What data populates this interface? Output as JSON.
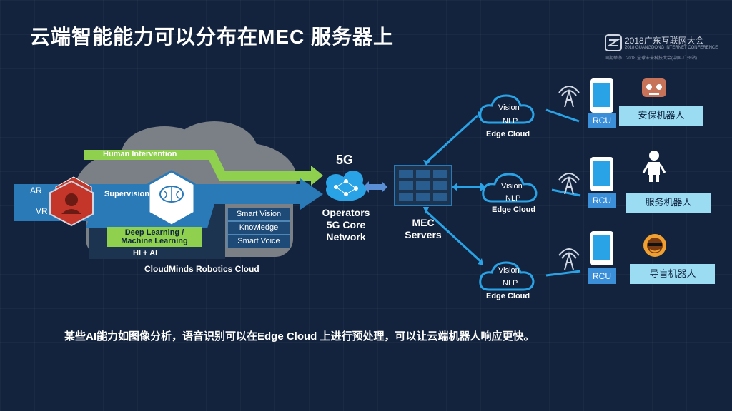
{
  "slide": {
    "title": "云端智能能力可以分布在MEC 服务器上",
    "note": "某些AI能力如图像分析，语音识别可以在Edge Cloud 上进行预处理，可以让云端机器人响应更快。"
  },
  "logo": {
    "main": "2018广东互联网大会",
    "sub": "2018 GUANGDONG INTERNET CONFERENCE",
    "sub2": "同期举办：2018 全球未来科技大会(中国·广州站)"
  },
  "cloud_diagram": {
    "input_ar": "AR",
    "input_vr": "VR",
    "human_intervention": "Human Intervention",
    "supervision": "Supervision",
    "hi_ai": "HI + AI",
    "deep_learning": "Deep Learning /\nMachine Learning",
    "skills": [
      "Smart Vision",
      "Knowledge",
      "Smart Voice"
    ],
    "cloud_name": "CloudMinds Robotics Cloud"
  },
  "network": {
    "g5": "5G",
    "operators": "Operators\n5G Core\nNetwork",
    "mec": "MEC\nServers"
  },
  "edges": [
    {
      "vision": "Vision",
      "nlp": "NLP",
      "label": "Edge Cloud",
      "rcu": "RCU",
      "robot": "安保机器人",
      "robot_icon": "security-robot-icon"
    },
    {
      "vision": "Vision",
      "nlp": "NLP",
      "label": "Edge Cloud",
      "rcu": "RCU",
      "robot": "服务机器人",
      "robot_icon": "service-robot-icon"
    },
    {
      "vision": "Vision",
      "nlp": "NLP",
      "label": "Edge Cloud",
      "rcu": "RCU",
      "robot": "导盲机器人",
      "robot_icon": "guide-robot-icon"
    }
  ],
  "colors": {
    "background": "#13233d",
    "accent_green": "#8fd14f",
    "accent_blue": "#2aa3e6",
    "robot_box": "#9bdcf3"
  }
}
